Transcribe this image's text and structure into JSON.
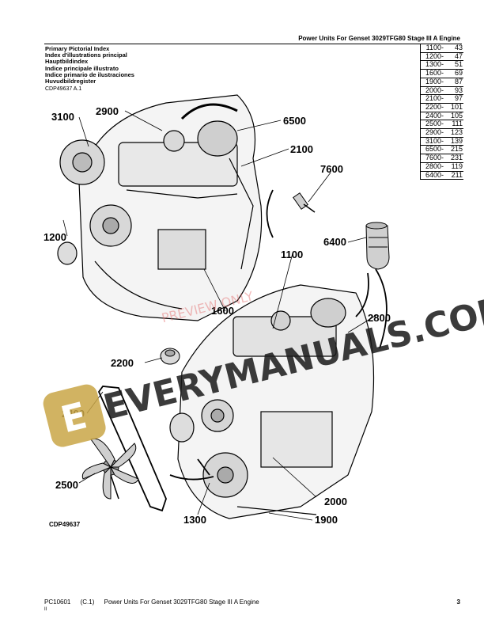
{
  "header": {
    "title": "Power Units For Genset 3029TFG80 Stage III A Engine"
  },
  "index_titles": [
    "Primary Pictorial Index",
    "Index d'illustrations principal",
    "Hauptbildindex",
    "Indice principale illustrato",
    "Indice primario de ilustraciones",
    "Huvudbildregister"
  ],
  "ref_code": "CDP49637 A.1",
  "index_table": [
    {
      "group": "1100-",
      "page": "43"
    },
    {
      "group": "1200-",
      "page": "47"
    },
    {
      "group": "1300-",
      "page": "51"
    },
    {
      "group": "1600-",
      "page": "69"
    },
    {
      "group": "1900-",
      "page": "87"
    },
    {
      "group": "2000-",
      "page": "93"
    },
    {
      "group": "2100-",
      "page": "97"
    },
    {
      "group": "2200-",
      "page": "101"
    },
    {
      "group": "2400-",
      "page": "105"
    },
    {
      "group": "2500-",
      "page": "111"
    },
    {
      "group": "2900-",
      "page": "123"
    },
    {
      "group": "3100-",
      "page": "139"
    },
    {
      "group": "6500-",
      "page": "215"
    },
    {
      "group": "7600-",
      "page": "231"
    },
    {
      "group": "2800-",
      "page": "119"
    },
    {
      "group": "6400-",
      "page": "211"
    }
  ],
  "callouts": {
    "c3100": "3100",
    "c2900": "2900",
    "c6500": "6500",
    "c2100": "2100",
    "c7600": "7600",
    "c1200": "1200",
    "c6400": "6400",
    "c1100": "1100",
    "c1600": "1600",
    "c2800": "2800",
    "c2200": "2200",
    "c2400": "2400",
    "c2500": "2500",
    "c2000": "2000",
    "c1300": "1300",
    "c1900": "1900"
  },
  "figure_code": "CDP49637",
  "watermark": {
    "logo_letter": "E",
    "text": "EVERYMANUALS.COM",
    "sub": "PREVIEW ONLY"
  },
  "footer": {
    "doc": "PC10601",
    "change": "(C.1)",
    "title": "Power Units For Genset 3029TFG80 Stage III A Engine",
    "sub": "II",
    "page": "3"
  }
}
